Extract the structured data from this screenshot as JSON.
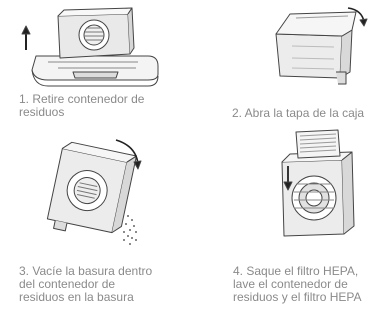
{
  "steps": [
    {
      "caption": "1. Retire contenedor de\nresiduos",
      "icon": "robot-dock-remove-bin-icon"
    },
    {
      "caption": "2. Abra la tapa de la caja",
      "icon": "bin-open-lid-icon"
    },
    {
      "caption": "3. Vacíe la basura dentro\ndel contenedor de\nresiduos en la basura",
      "icon": "bin-empty-trash-icon"
    },
    {
      "caption": "4. Saque el filtro HEPA,\nlave el contenedor de\nresiduos  y el filtro HEPA",
      "icon": "hepa-filter-remove-icon"
    }
  ]
}
